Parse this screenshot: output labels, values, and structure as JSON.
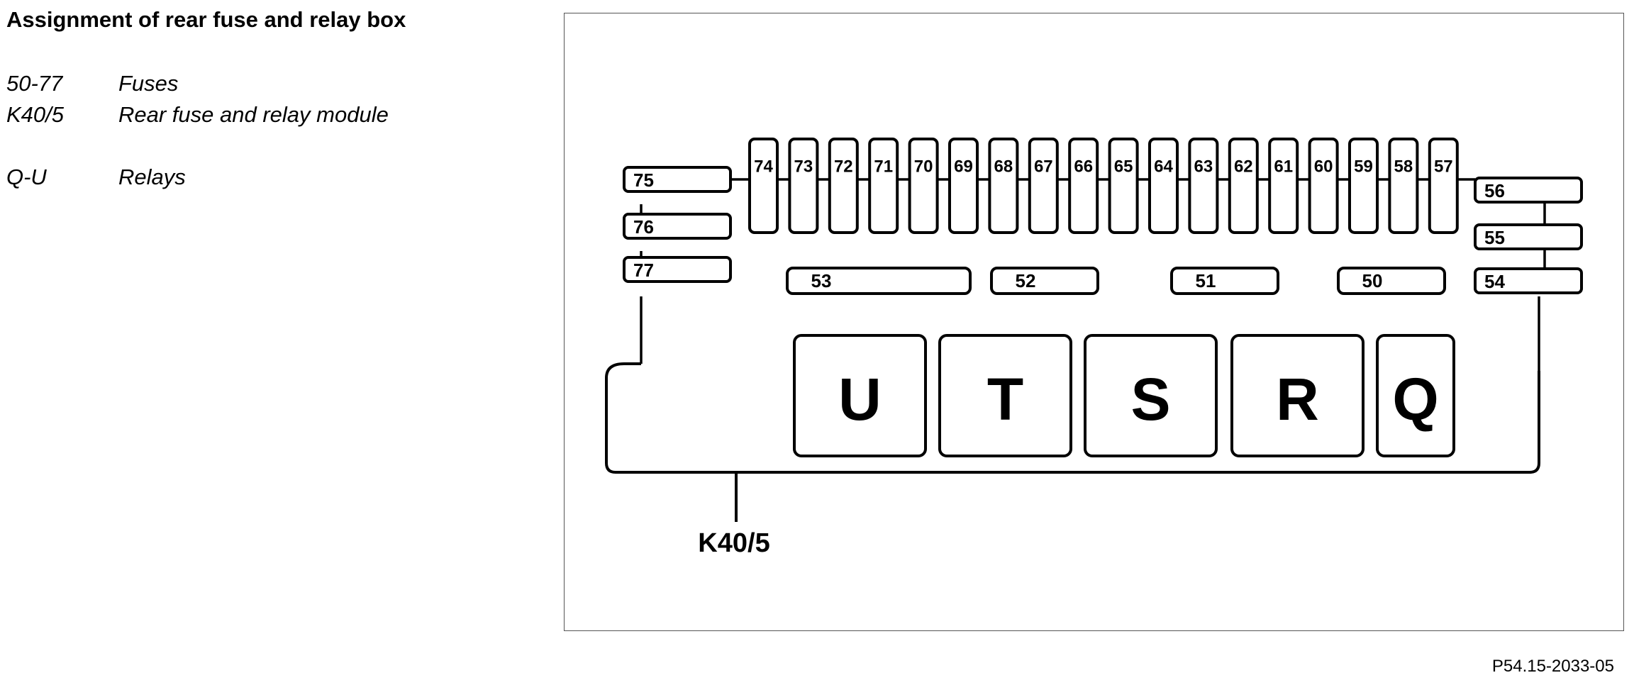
{
  "title": "Assignment of rear fuse and relay box",
  "legend": [
    {
      "code": "50-77",
      "description": "Fuses"
    },
    {
      "code": "K40/5",
      "description": "Rear fuse and relay module"
    },
    {
      "code": "Q-U",
      "description": "Relays"
    }
  ],
  "diagram": {
    "vertical_fuses": [
      "74",
      "73",
      "72",
      "71",
      "70",
      "69",
      "68",
      "67",
      "66",
      "65",
      "64",
      "63",
      "62",
      "61",
      "60",
      "59",
      "58",
      "57"
    ],
    "left_fuses": [
      "75",
      "76",
      "77"
    ],
    "right_fuses": [
      "56",
      "55",
      "54"
    ],
    "middle_fuses": [
      "53",
      "52",
      "51",
      "50"
    ],
    "relays": [
      "U",
      "T",
      "S",
      "R",
      "Q"
    ],
    "module_label": "K40/5"
  },
  "figure_id": "P54.15-2033-05"
}
